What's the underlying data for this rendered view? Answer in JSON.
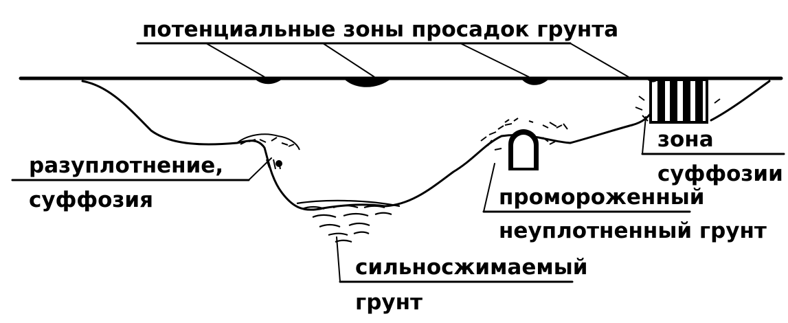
{
  "labels": {
    "subsidence_zones": "потенциальные зоны просадок грунта",
    "decompaction_line1": "разуплотнение,",
    "decompaction_line2": "суффозия",
    "compressible_line1": "сильносжимаемый",
    "compressible_line2": "грунт",
    "frozen_line1": "промороженный",
    "frozen_line2": "неуплотненный грунт",
    "suffosion_line1": "зона",
    "suffosion_line2": "суффозии"
  },
  "colors": {
    "ink": "#000000",
    "background": "#ffffff"
  }
}
